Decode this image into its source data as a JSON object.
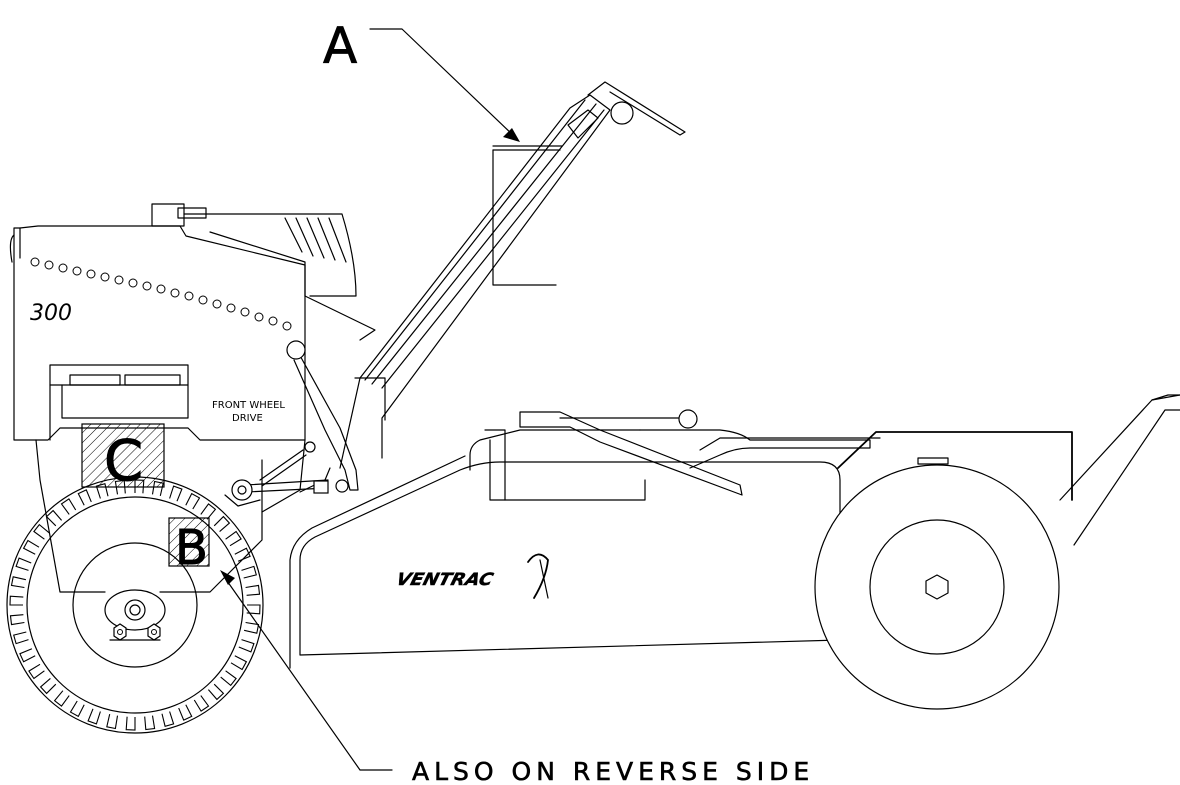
{
  "callouts": {
    "a": "A",
    "b": "B",
    "c": "C",
    "reverse_note": "ALSO ON REVERSE SIDE"
  },
  "decals": {
    "model_number": "300",
    "front_wheel_drive_line1": "FRONT WHEEL",
    "front_wheel_drive_line2": "DRIVE",
    "brand_logo": "VENTRAC"
  },
  "colors": {
    "line": "#000000",
    "background": "#ffffff",
    "hatch": "#000000"
  }
}
